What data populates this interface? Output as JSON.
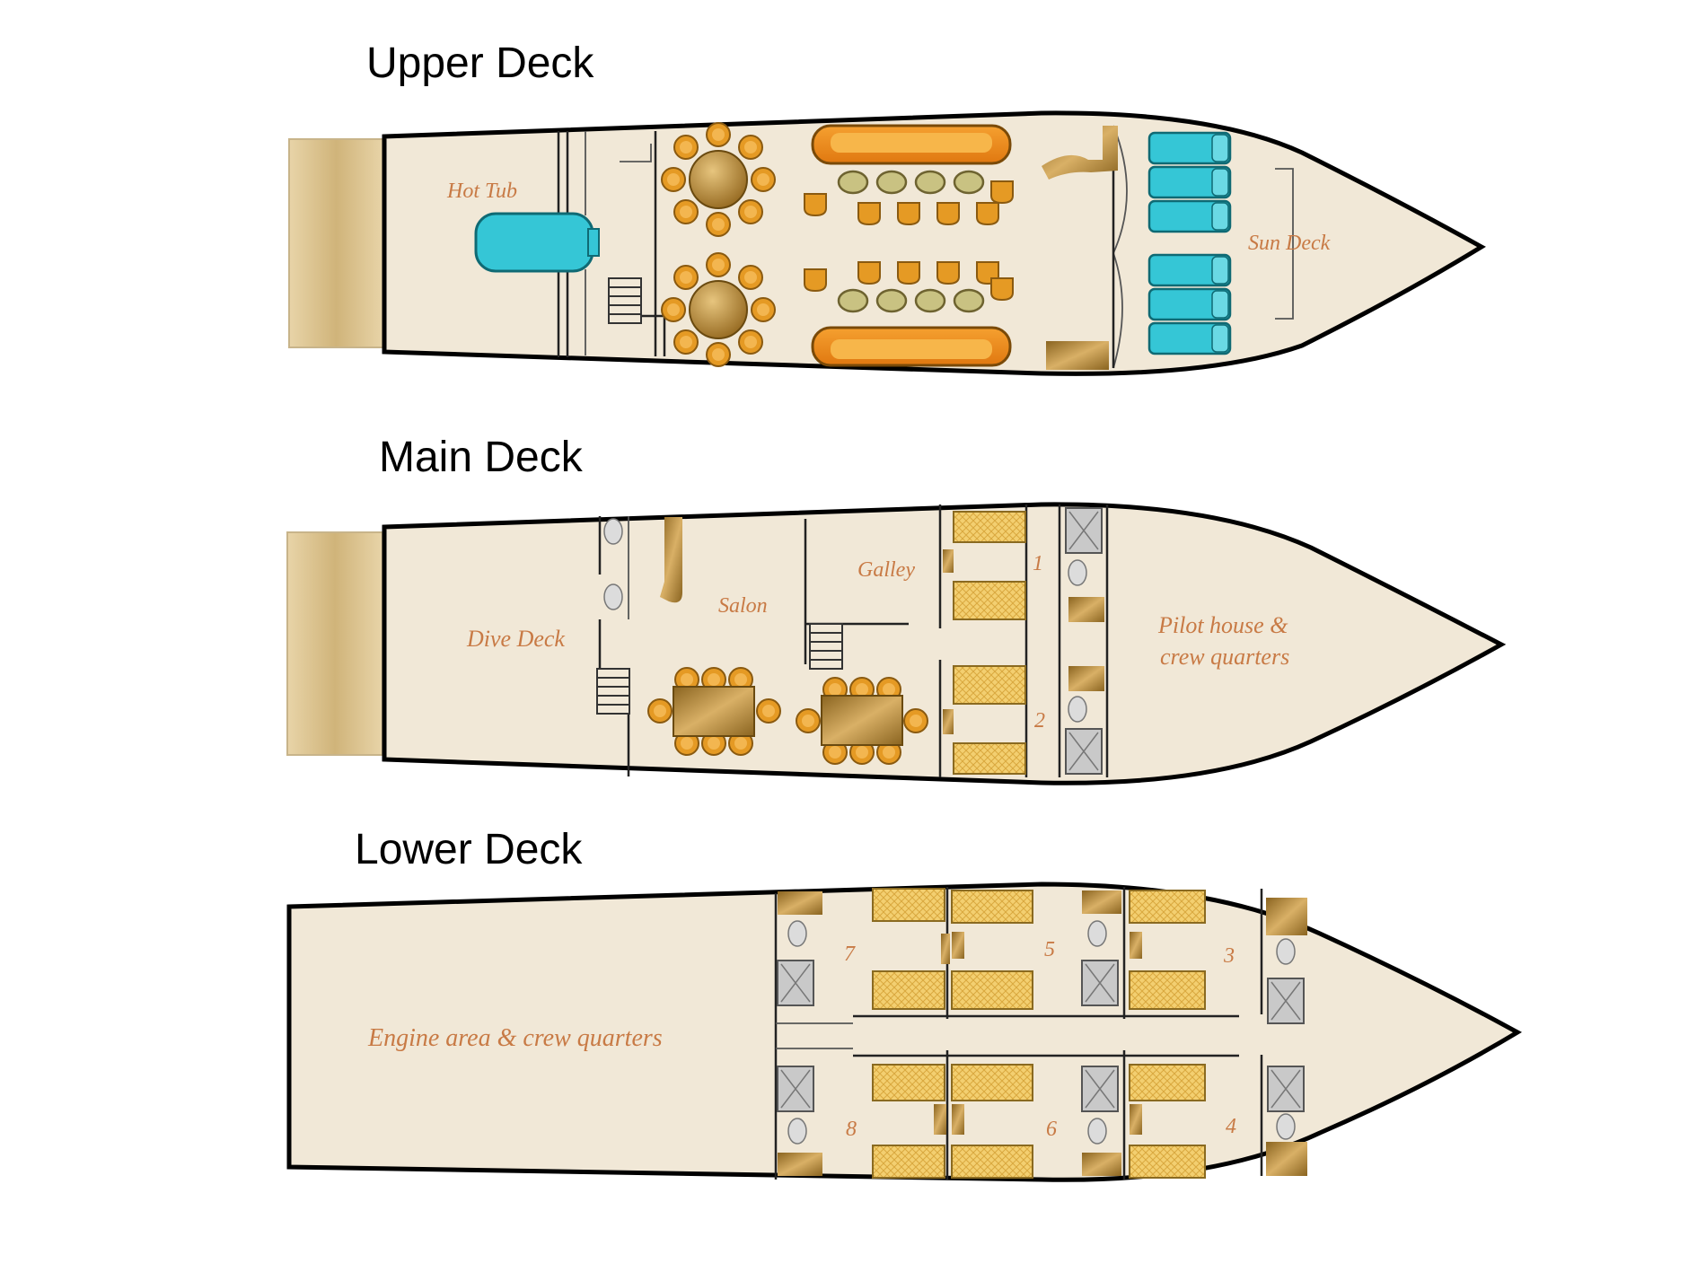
{
  "decks": [
    {
      "title": "Upper Deck",
      "labels": {
        "hot_tub": "Hot Tub",
        "sun_deck": "Sun Deck"
      }
    },
    {
      "title": "Main Deck",
      "labels": {
        "dive_deck": "Dive Deck",
        "salon": "Salon",
        "galley": "Galley",
        "pilot_line1": "Pilot house &",
        "pilot_line2": "crew quarters",
        "cabin_1": "1",
        "cabin_2": "2"
      }
    },
    {
      "title": "Lower Deck",
      "labels": {
        "engine": "Engine area & crew quarters",
        "cabin_3": "3",
        "cabin_4": "4",
        "cabin_5": "5",
        "cabin_6": "6",
        "cabin_7": "7",
        "cabin_8": "8"
      }
    }
  ],
  "colors": {
    "hull": "#f1e8d7",
    "furniture_gold": "#b8893a",
    "seat_orange": "#e59a24",
    "sofa_orange": "#f08a1a",
    "water_cyan": "#35c6d6",
    "bed_yellow": "#f0c860",
    "bathroom_grey": "#c8c8c8",
    "label_text": "#c87a45"
  },
  "icons": {
    "hot_tub": "hot-tub-icon",
    "round_table": "round-table-icon",
    "sun_lounger": "sun-lounger-icon",
    "bed": "bed-icon",
    "shower": "shower-icon",
    "stairs": "stairs-icon"
  }
}
